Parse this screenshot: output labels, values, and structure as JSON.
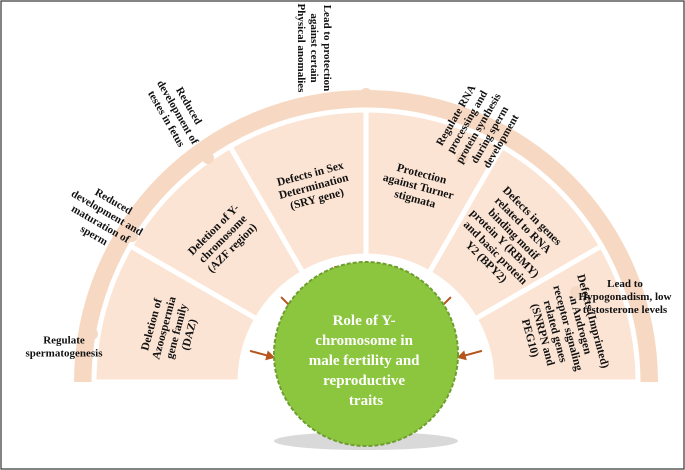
{
  "colors": {
    "segment_fill": "#fce4d4",
    "segment_stroke": "#ffffff",
    "band_fill": "#f7d9c3",
    "dot_fill": "#f5d9c5",
    "arrow": "#b5561c",
    "center_fill": "#8cc63f",
    "center_text": "#ffffff",
    "frame": "#333333"
  },
  "center": {
    "lines": [
      "Role of Y-",
      "chromosome in",
      "male fertility and",
      "reproductive",
      "traits"
    ]
  },
  "segments": [
    {
      "lines": [
        "Deletion of",
        "Azoospermia",
        "gene family",
        "(DAZ)"
      ]
    },
    {
      "lines": [
        "Deletion of Y-",
        "chromosome",
        "(AZF region)"
      ]
    },
    {
      "lines": [
        "Defects in Sex",
        "Determination",
        "(SRY gene)"
      ]
    },
    {
      "lines": [
        "Protection",
        "against Turner",
        "stigmata"
      ]
    },
    {
      "lines": [
        "Defects in genes",
        "related to RNA",
        "binding motif",
        "protein Y (RBMY)",
        "and basic protein",
        "Y2 (BPY2)"
      ]
    },
    {
      "lines": [
        "Defects (Imprinted)",
        "in Androgen",
        "receptor signaling",
        "related genes",
        "(SNRPN and",
        "PEG10)"
      ]
    }
  ],
  "outer_labels": [
    {
      "lines": [
        "Regulate",
        "spermatogenesis"
      ]
    },
    {
      "lines": [
        "Reduced",
        "development and",
        "maturation of",
        "sperm"
      ]
    },
    {
      "lines": [
        "Reduced",
        "development of",
        "testes in fetus"
      ]
    },
    {
      "lines": [
        "Lead to protection",
        "against certain",
        "Physical anomalies"
      ]
    },
    {
      "lines": [
        "Regulate RNA",
        "processing and",
        "protein synthesis",
        "during sperm",
        "development"
      ]
    },
    {
      "lines": [
        "Lead to",
        "Hypogonadism, low",
        "testosterone levels"
      ]
    }
  ]
}
